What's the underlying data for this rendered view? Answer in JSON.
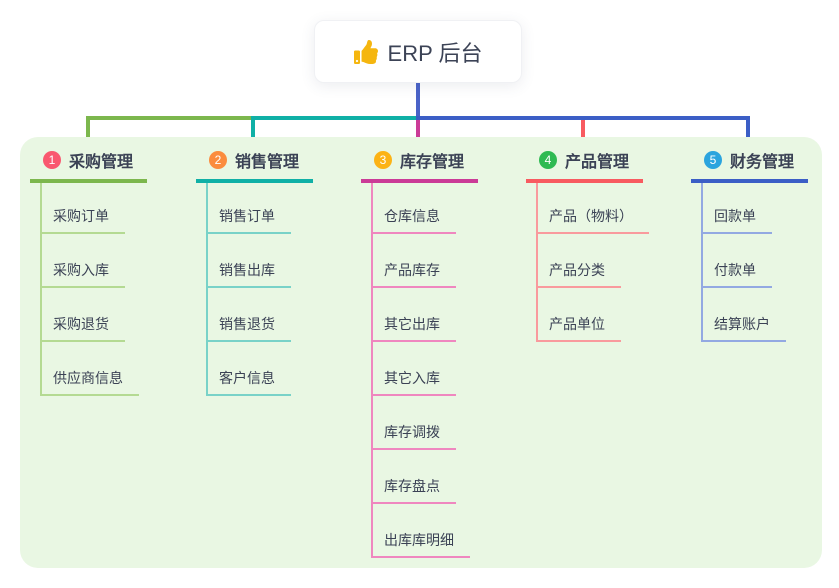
{
  "root": {
    "label": "ERP 后台",
    "icon": "thumbs-up-icon",
    "icon_color": "#f5b60f",
    "connector_color": "#4a63c8"
  },
  "panel": {
    "background": "#e9f7e3"
  },
  "branches": [
    {
      "number": "1",
      "title": "采购管理",
      "badge_color": "#f9586f",
      "line_color": "#7cb74d",
      "child_line_color": "#b4da92",
      "children": [
        "采购订单",
        "采购入库",
        "采购退货",
        "供应商信息"
      ]
    },
    {
      "number": "2",
      "title": "销售管理",
      "badge_color": "#fb8c3e",
      "line_color": "#10b0a6",
      "child_line_color": "#79d2c8",
      "children": [
        "销售订单",
        "销售出库",
        "销售退货",
        "客户信息"
      ]
    },
    {
      "number": "3",
      "title": "库存管理",
      "badge_color": "#fcb315",
      "line_color": "#cb3b97",
      "child_line_color": "#ef87bf",
      "children": [
        "仓库信息",
        "产品库存",
        "其它出库",
        "其它入库",
        "库存调拨",
        "库存盘点",
        "出库库明细"
      ]
    },
    {
      "number": "4",
      "title": "产品管理",
      "badge_color": "#2eba52",
      "line_color": "#f85b60",
      "child_line_color": "#f99a9d",
      "children": [
        "产品（物料）",
        "产品分类",
        "产品单位"
      ]
    },
    {
      "number": "5",
      "title": "财务管理",
      "badge_color": "#2ba4de",
      "line_color": "#3b5ec6",
      "child_line_color": "#93a9e2",
      "children": [
        "回款单",
        "付款单",
        "结算账户"
      ]
    }
  ]
}
